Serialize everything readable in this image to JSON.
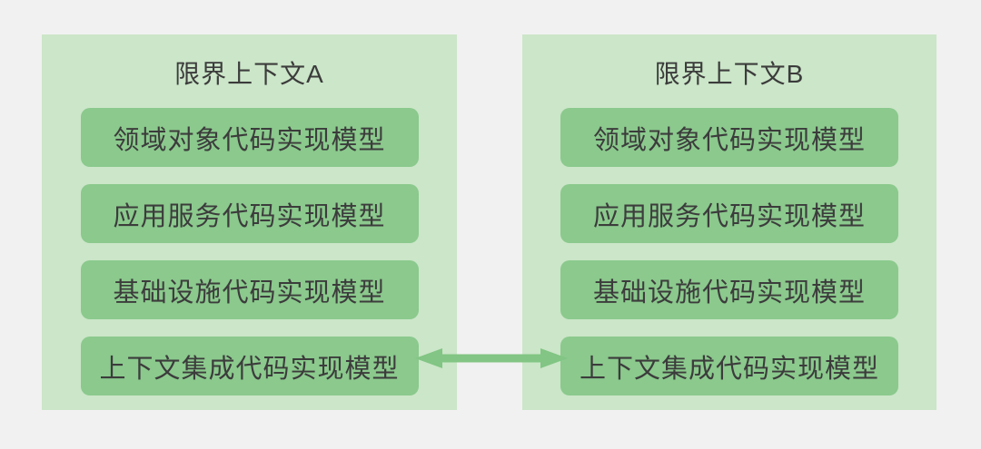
{
  "contexts": [
    {
      "title": "限界上下文A",
      "boxes": [
        "领域对象代码实现模型",
        "应用服务代码实现模型",
        "基础设施代码实现模型",
        "上下文集成代码实现模型"
      ]
    },
    {
      "title": "限界上下文B",
      "boxes": [
        "领域对象代码实现模型",
        "应用服务代码实现模型",
        "基础设施代码实现模型",
        "上下文集成代码实现模型"
      ]
    }
  ],
  "connector": {
    "type": "double-headed-arrow",
    "from": "限界上下文A / 上下文集成代码实现模型",
    "to": "限界上下文B / 上下文集成代码实现模型"
  },
  "colors": {
    "background": "#f1f1f1",
    "container": "#cbe6c8",
    "box": "#8bc98d",
    "arrow": "#82c584",
    "text": "#3c3c3c"
  }
}
